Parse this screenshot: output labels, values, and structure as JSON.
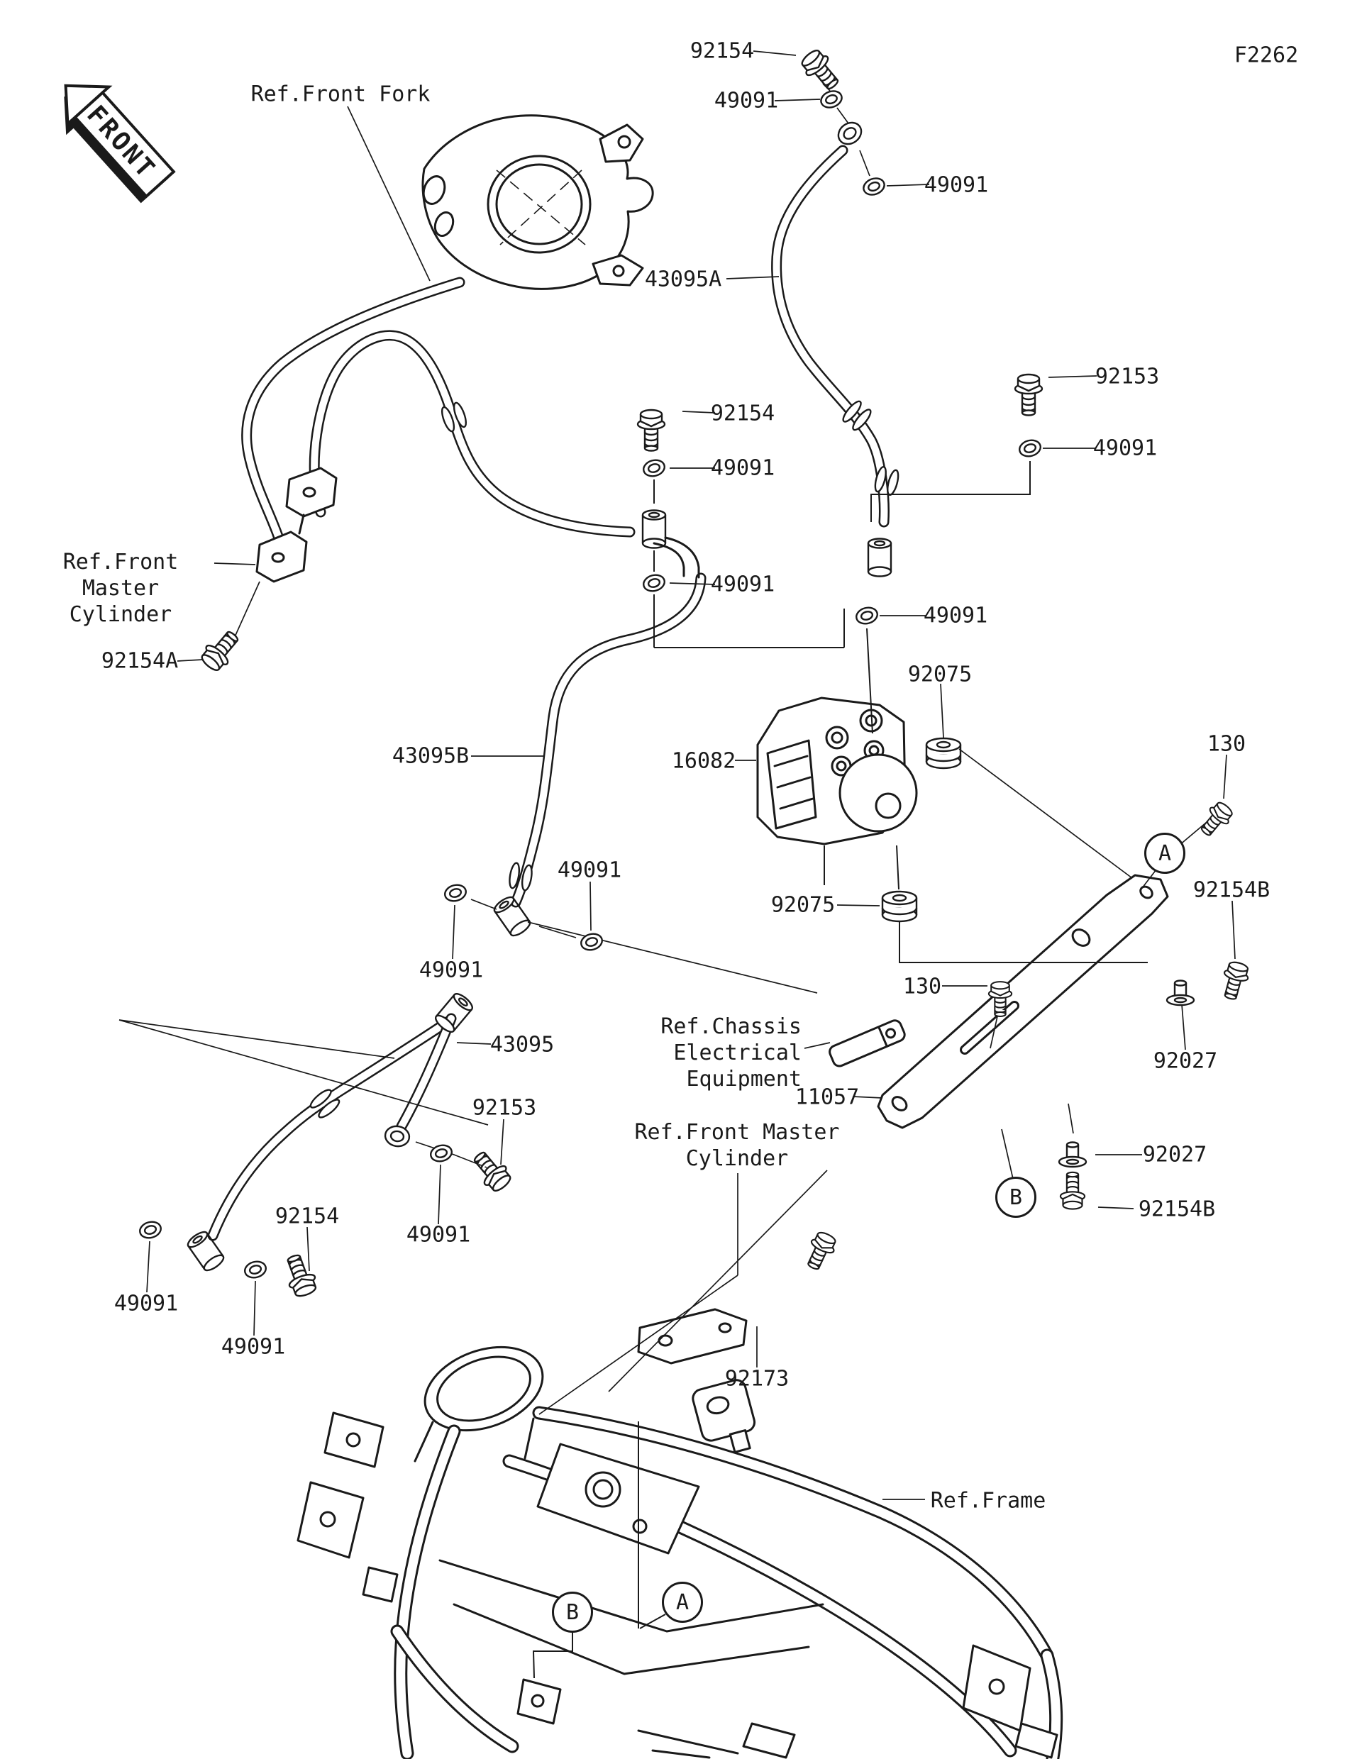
{
  "doc": {
    "figure_code": "F2262",
    "front": "FRONT"
  },
  "refs": {
    "front_fork": "Ref.Front Fork",
    "master1a": "Ref.Front Master",
    "master1b": "Cylinder",
    "chassis1": "Ref.Chassis",
    "chassis2": "Electrical",
    "chassis3": "Equipment",
    "master2a": "Ref.Front Master",
    "master2b": "Cylinder",
    "frame": "Ref.Frame"
  },
  "parts": {
    "p92154_1": "92154",
    "p49091_1": "49091",
    "p49091_2": "49091",
    "p43095A": "43095A",
    "p92153_1": "92153",
    "p49091_3": "49091",
    "p92154_2": "92154",
    "p49091_4": "49091",
    "p49091_5": "49091",
    "p49091_6": "49091",
    "p92154A": "92154A",
    "p43095B": "43095B",
    "p16082": "16082",
    "p92075_1": "92075",
    "p130_1": "130",
    "p92154B_1": "92154B",
    "p92075_2": "92075",
    "p130_2": "130",
    "p92027_1": "92027",
    "p11057": "11057",
    "p92027_2": "92027",
    "p92154B_2": "92154B",
    "p43095": "43095",
    "p92153_2": "92153",
    "p49091_7": "49091",
    "p49091_8": "49091",
    "p49091_9": "49091",
    "p92154_3": "92154",
    "p49091_10": "49091",
    "p49091_11": "49091",
    "p92173": "92173"
  },
  "callouts": {
    "a": "A",
    "b": "B"
  }
}
